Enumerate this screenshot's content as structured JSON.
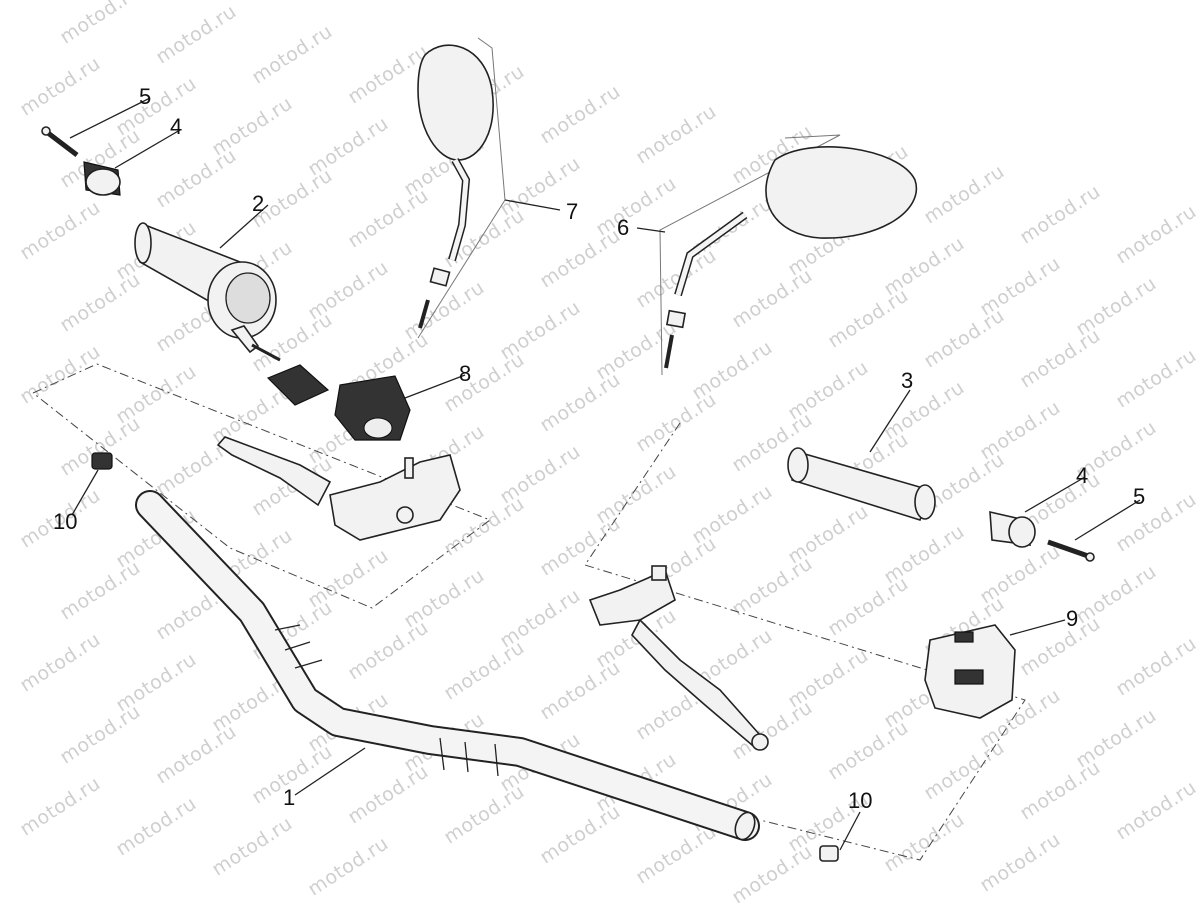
{
  "watermark": "motod.ru",
  "callouts": [
    {
      "id": "c1",
      "label": "1"
    },
    {
      "id": "c2",
      "label": "2"
    },
    {
      "id": "c3",
      "label": "3"
    },
    {
      "id": "c4a",
      "label": "4"
    },
    {
      "id": "c4b",
      "label": "4"
    },
    {
      "id": "c5a",
      "label": "5"
    },
    {
      "id": "c5b",
      "label": "5"
    },
    {
      "id": "c6",
      "label": "6"
    },
    {
      "id": "c7",
      "label": "7"
    },
    {
      "id": "c8",
      "label": "8"
    },
    {
      "id": "c9",
      "label": "9"
    },
    {
      "id": "c10a",
      "label": "10"
    },
    {
      "id": "c10b",
      "label": "10"
    }
  ]
}
